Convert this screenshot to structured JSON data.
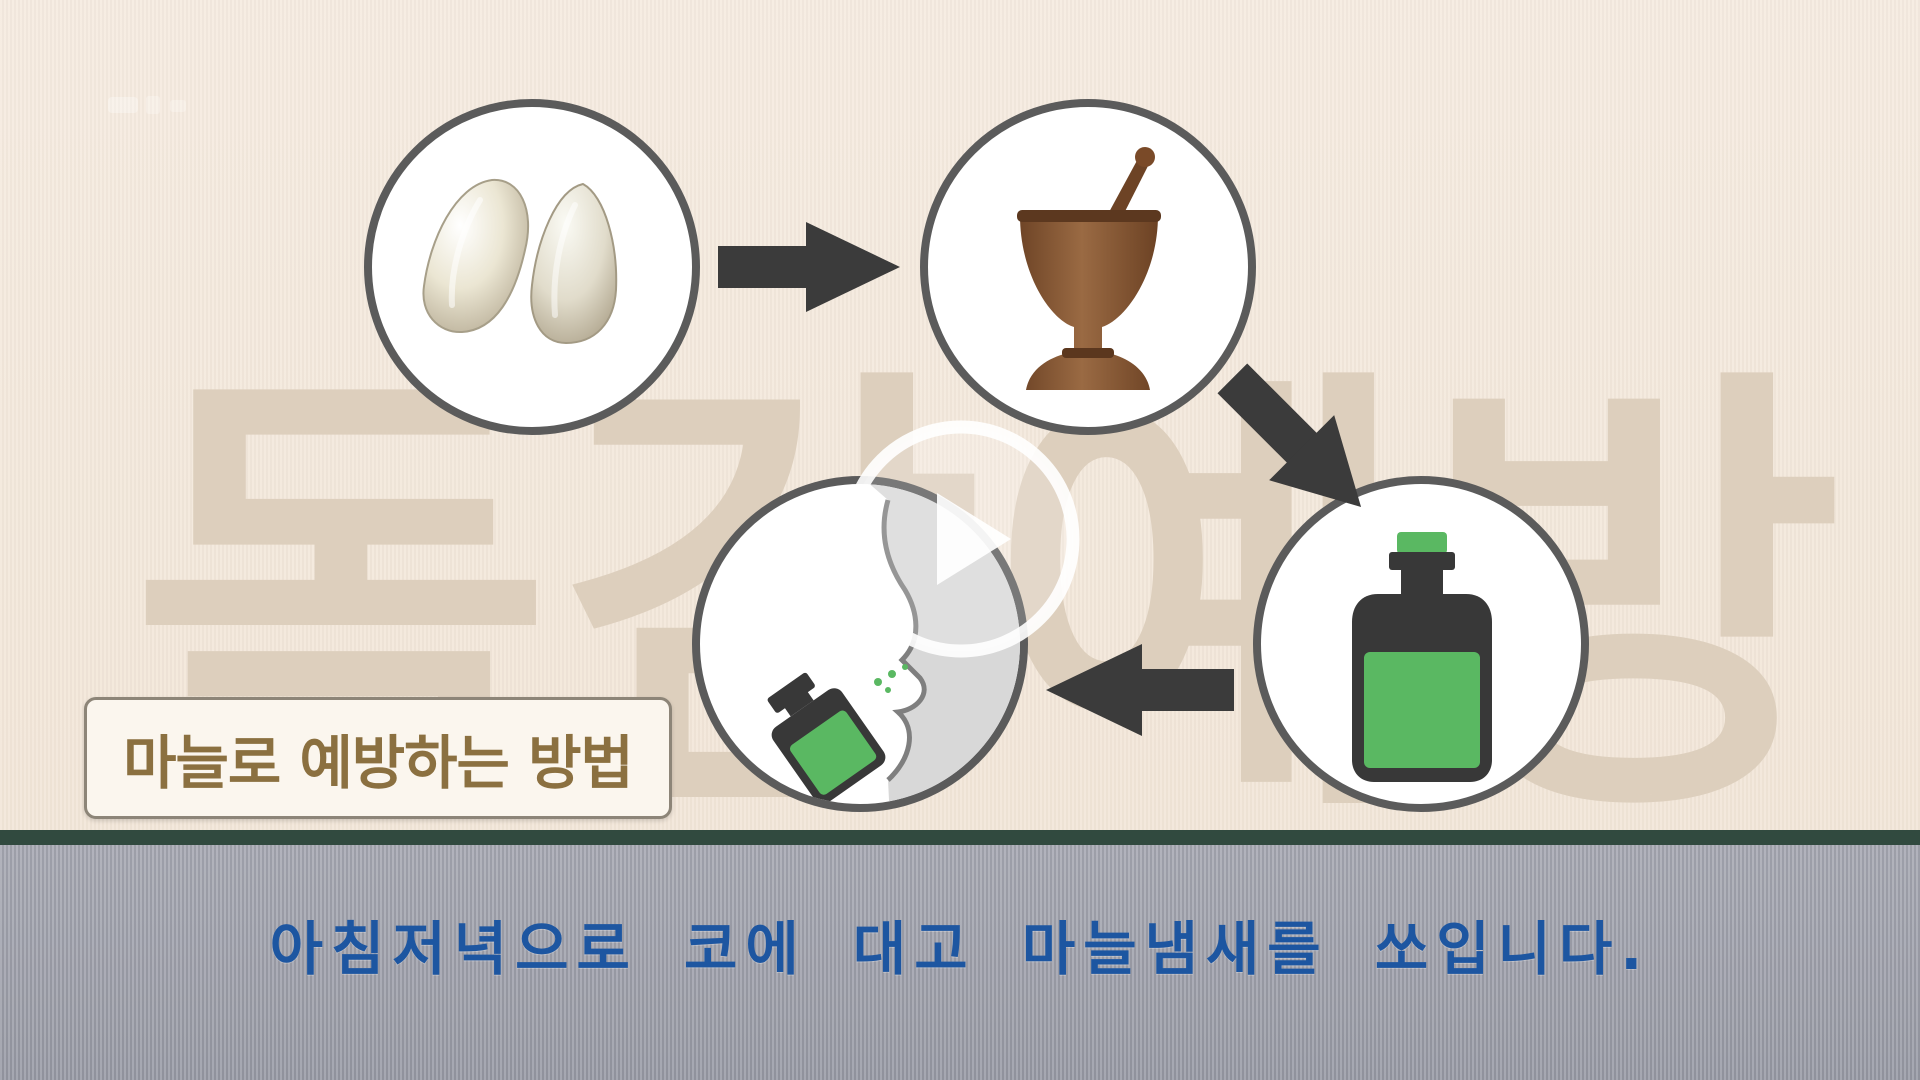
{
  "frame": {
    "background_letters": [
      "독",
      "감",
      "예",
      "방"
    ]
  },
  "diagram": {
    "steps": [
      {
        "icon": "garlic-cloves-icon"
      },
      {
        "icon": "mortar-pestle-icon"
      },
      {
        "icon": "green-bottle-icon"
      },
      {
        "icon": "nose-inhale-icon"
      }
    ],
    "arrows": [
      "right-arrow-icon",
      "diagonal-down-arrow-icon",
      "left-arrow-icon"
    ]
  },
  "method_label": "마늘로 예방하는 방법",
  "subtitle": "아침저녁으로 코에 대고 마늘냄새를 쏘입니다.",
  "player": {
    "play_icon": "play-icon"
  },
  "colors": {
    "page_bg": "#f3e7da",
    "bg_letters": "#ddcfbd",
    "circle_border": "#5b5b5b",
    "arrow": "#3b3b3b",
    "bottle_green": "#5ab862",
    "bottle_dark": "#383838",
    "mortar": "#8b5b37",
    "label_text": "#8b7040",
    "divider": "#314a3f",
    "subtitle_band": "#a1a3ad",
    "subtitle_text": "#1d56a1"
  }
}
